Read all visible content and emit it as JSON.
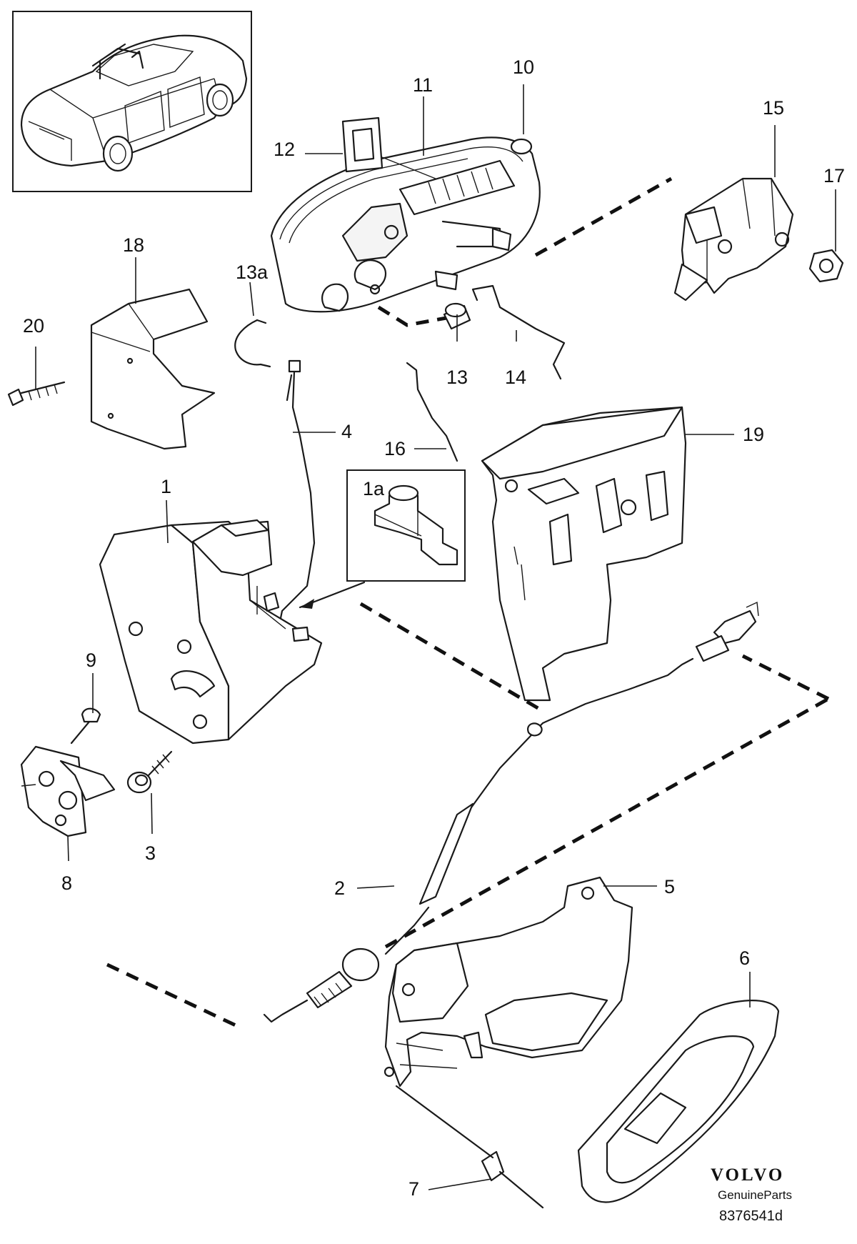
{
  "callouts": [
    {
      "id": "10",
      "label": "10"
    },
    {
      "id": "11",
      "label": "11"
    },
    {
      "id": "12",
      "label": "12"
    },
    {
      "id": "15",
      "label": "15"
    },
    {
      "id": "17",
      "label": "17"
    },
    {
      "id": "18",
      "label": "18"
    },
    {
      "id": "13a",
      "label": "13a"
    },
    {
      "id": "20",
      "label": "20"
    },
    {
      "id": "13",
      "label": "13"
    },
    {
      "id": "14",
      "label": "14"
    },
    {
      "id": "4",
      "label": "4"
    },
    {
      "id": "16",
      "label": "16"
    },
    {
      "id": "19",
      "label": "19"
    },
    {
      "id": "1",
      "label": "1"
    },
    {
      "id": "1a",
      "label": "1a"
    },
    {
      "id": "9",
      "label": "9"
    },
    {
      "id": "3",
      "label": "3"
    },
    {
      "id": "8",
      "label": "8"
    },
    {
      "id": "2",
      "label": "2"
    },
    {
      "id": "5",
      "label": "5"
    },
    {
      "id": "6",
      "label": "6"
    },
    {
      "id": "7",
      "label": "7"
    }
  ],
  "branding": {
    "logo_text": "VOLVO",
    "tagline": "GenuineParts",
    "document_number": "8376541d"
  }
}
